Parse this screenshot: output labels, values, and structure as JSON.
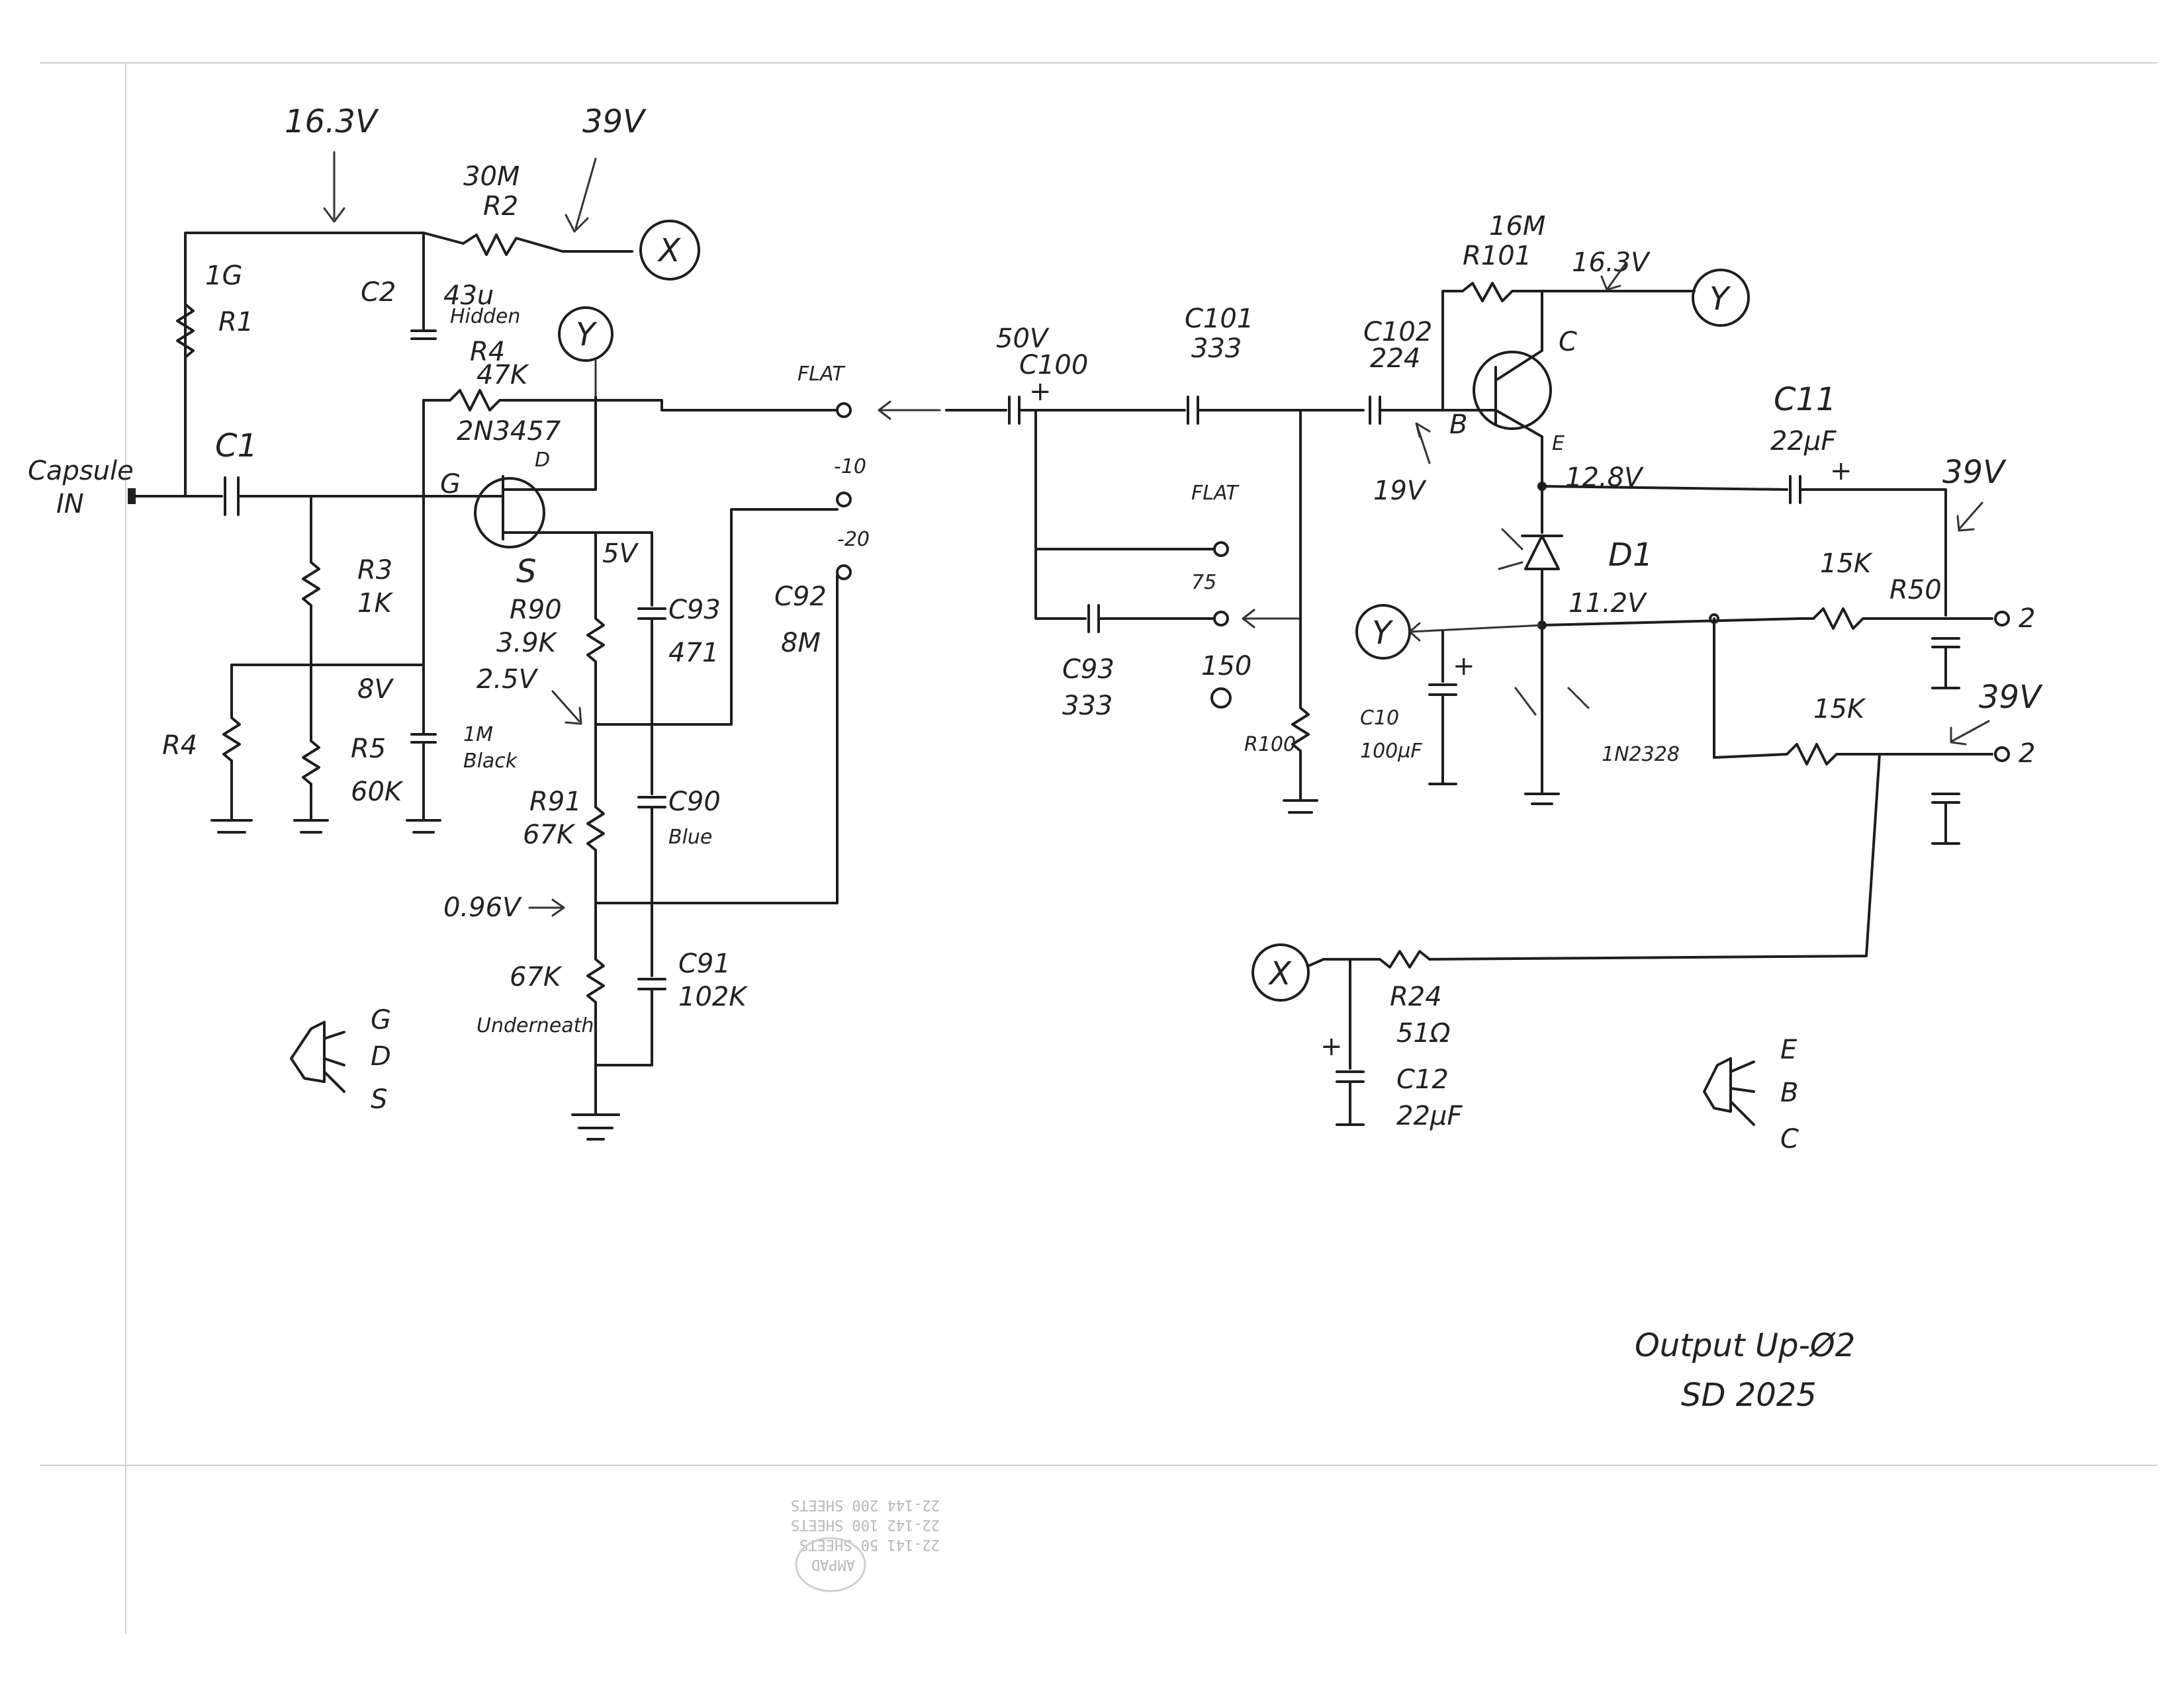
{
  "input": {
    "label_line1": "Capsule",
    "label_line2": "IN"
  },
  "nodes": {
    "v_top": "16.3V",
    "v_39": "39V",
    "v_5": "5V",
    "v_8": "8V",
    "v_25": "2.5V",
    "v_096": "0.96V",
    "v_163": "16.3V",
    "v_19": "19V",
    "v_128": "12.8V",
    "v_112": "11.2V",
    "v_39b": "39V",
    "v_39c": "39V",
    "v_50": "50V"
  },
  "components": {
    "R1": {
      "name": "R1",
      "value": "1G"
    },
    "R2": {
      "name": "R2",
      "value": "30M"
    },
    "C2": {
      "name": "C2",
      "value": "43u",
      "note": "Hidden"
    },
    "R4top": {
      "name": "R4",
      "value": "47K"
    },
    "Q1": {
      "part": "2N3457",
      "gate": "G",
      "drain": "D",
      "source": "S"
    },
    "C1": {
      "name": "C1"
    },
    "R3": {
      "name": "R3",
      "value": "1K"
    },
    "R4": {
      "name": "R4"
    },
    "R5": {
      "name": "R5",
      "value": "60K"
    },
    "C_1M": {
      "value": "1M",
      "note": "Black"
    },
    "R90": {
      "name": "R90",
      "value": "3.9K"
    },
    "R91": {
      "name": "R91",
      "value": "67K"
    },
    "R_67K": {
      "value": "67K",
      "note": "Underneath"
    },
    "C93a": {
      "name": "C93",
      "value": "471"
    },
    "C92": {
      "name": "C92",
      "value": "8M"
    },
    "C90": {
      "name": "C90",
      "note": "Blue"
    },
    "C91": {
      "name": "C91",
      "value": "102K"
    },
    "C100": {
      "name": "C100"
    },
    "C101": {
      "name": "C101",
      "value": "333"
    },
    "C102": {
      "name": "C102",
      "value": "224"
    },
    "C93b": {
      "name": "C93",
      "value": "333"
    },
    "R100": {
      "name": "R100"
    },
    "R101": {
      "name": "R101",
      "value": "16M"
    },
    "Q2": {
      "base": "B",
      "collector": "C",
      "emitter": "E"
    },
    "C11": {
      "name": "C11",
      "value": "22µF"
    },
    "D1": {
      "name": "D1"
    },
    "D2": {
      "part": "1N2328"
    },
    "R50": {
      "name": "R50",
      "value": "15K"
    },
    "R_15K_b": {
      "value": "15K"
    },
    "C10": {
      "name": "C10",
      "value": "100µF"
    },
    "R24": {
      "name": "R24",
      "value": "51Ω"
    },
    "C12": {
      "name": "C12",
      "value": "22µF"
    }
  },
  "switch": {
    "flat": "FLAT",
    "pos_10": "-10",
    "pos_20": "-20",
    "flat2": "FLAT",
    "pos_75": "75",
    "pos_150": "150"
  },
  "connectors": {
    "x": "X",
    "y": "Y"
  },
  "outputs": {
    "out1": "2",
    "out2": "2"
  },
  "pin_legend_fet": [
    "G",
    "D",
    "S"
  ],
  "pin_legend_bjt": [
    "E",
    "B",
    "C"
  ],
  "signature": {
    "line1": "Output Up-Ø2",
    "line2": "SD 2025"
  },
  "pad_imprint": [
    "22-141  50 SHEETS",
    "22-142  100 SHEETS",
    "22-144  200 SHEETS"
  ],
  "pad_brand": "AMPAD"
}
